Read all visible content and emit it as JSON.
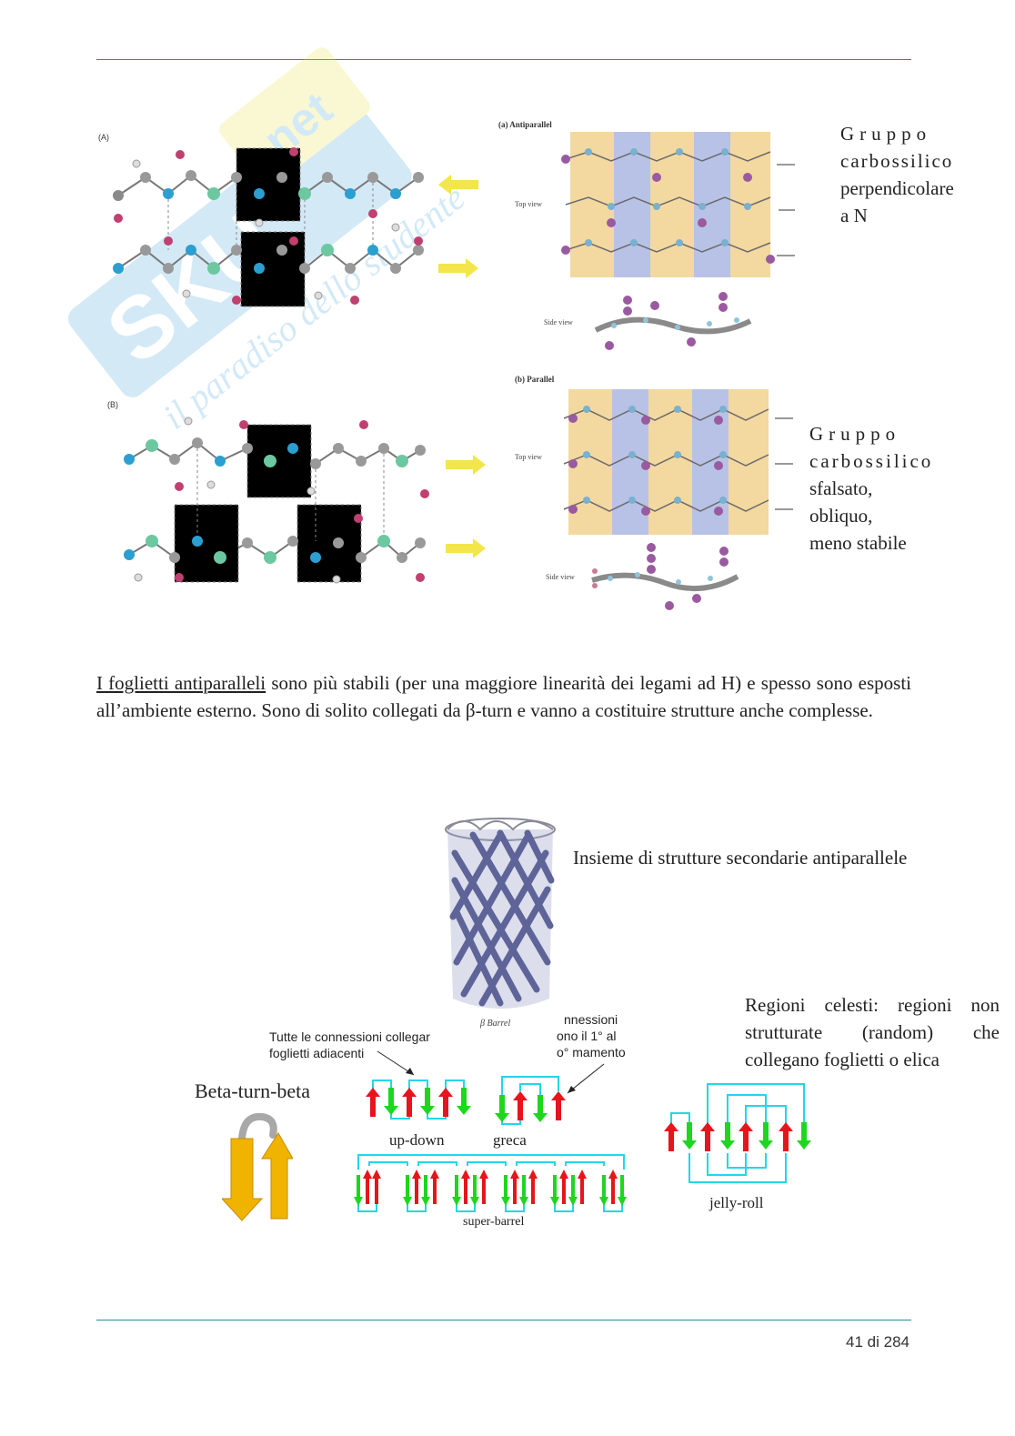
{
  "figure_top": {
    "panel_a_label": "(A)",
    "panel_b_label": "(B)",
    "antiparallel_title": "(a) Antiparallel",
    "parallel_title": "(b) Parallel",
    "top_view": "Top view",
    "side_view": "Side view"
  },
  "side_notes": {
    "antiparallel": [
      "Gruppo",
      "carbossilico",
      "perpendicolare",
      "a N"
    ],
    "parallel": [
      "Gruppo",
      "carbossilico",
      "sfalsato,",
      "obliquo,",
      "meno stabile"
    ]
  },
  "paragraph": {
    "underlined": "I foglietti antiparalleli",
    "rest": " sono più stabili (per una maggiore linearità dei legami ad H) e spesso sono esposti all’ambiente esterno. Sono di solito collegati da β-turn e vanno a costituire strutture anche complesse."
  },
  "lower_figure": {
    "barrel_caption": "β Barrel",
    "barrel_note": "Insieme di strutture secondarie antiparallele",
    "regions_note": "Regioni celesti: regioni non strutturate (random) che collegano foglietti o elica",
    "annotation_left_line1": "Tutte le connessioni collegar",
    "annotation_left_line2": "foglietti adiacenti",
    "annotation_right_line1": "nnessioni",
    "annotation_right_line2": "ono il 1° al",
    "annotation_right_line3": "o° mamento",
    "beta_turn_beta": "Beta-turn-beta",
    "up_down": "up-down",
    "greca": "greca",
    "super_barrel": "super-barrel",
    "jelly_roll": "jelly-roll"
  },
  "footer": {
    "page": "41 di 284"
  },
  "colors": {
    "rule": "#2a8a96",
    "up_arrow": "#e8141b",
    "down_arrow": "#1fd61f",
    "connector": "#23d6e8",
    "beta_turn": "#f0b400"
  }
}
